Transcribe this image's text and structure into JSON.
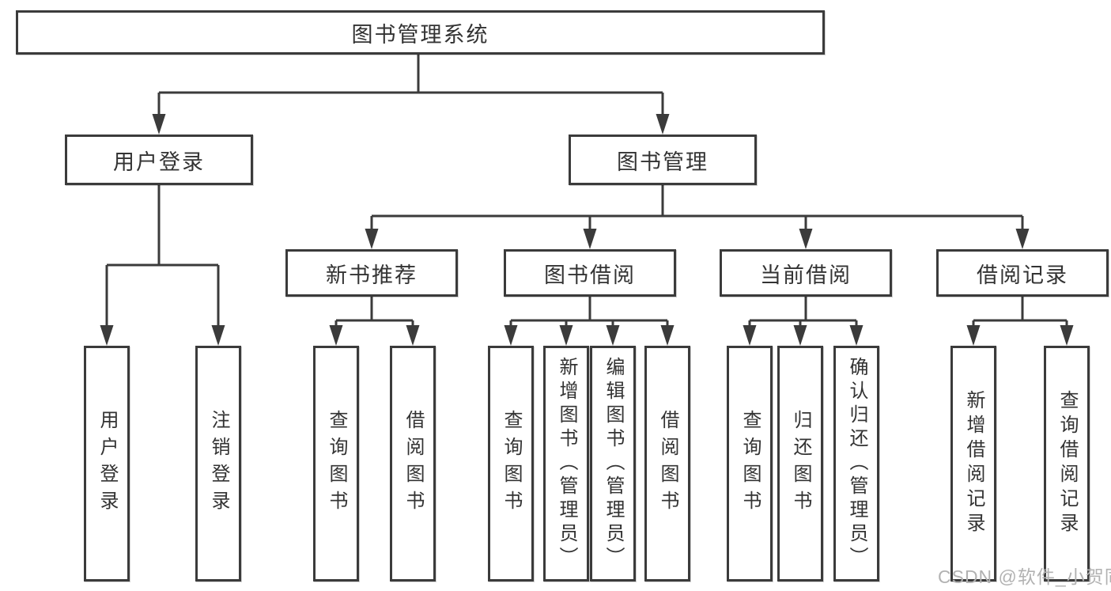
{
  "diagram": {
    "title": "图书管理系统",
    "level2": [
      {
        "label": "用户登录"
      },
      {
        "label": "图书管理"
      }
    ],
    "level3": [
      {
        "label": "新书推荐"
      },
      {
        "label": "图书借阅"
      },
      {
        "label": "当前借阅"
      },
      {
        "label": "借阅记录"
      }
    ],
    "leaves": [
      {
        "label": "用户登录"
      },
      {
        "label": "注销登录"
      },
      {
        "label": "查询图书"
      },
      {
        "label": "借阅图书"
      },
      {
        "label": "查询图书"
      },
      {
        "label": "新增图书（管理员）"
      },
      {
        "label": "编辑图书（管理员）"
      },
      {
        "label": "借阅图书"
      },
      {
        "label": "查询图书"
      },
      {
        "label": "归还图书"
      },
      {
        "label": "确认归还（管理员）"
      },
      {
        "label": "新增借阅记录"
      },
      {
        "label": "查询借阅记录"
      }
    ]
  },
  "watermark": {
    "text": "CSDN @软件_小贺同学"
  },
  "colors": {
    "line": "#3b3b3b",
    "box_border": "#3b3b3b",
    "text": "#333333",
    "watermark": "#b2b2b2",
    "background": "#ffffff"
  }
}
